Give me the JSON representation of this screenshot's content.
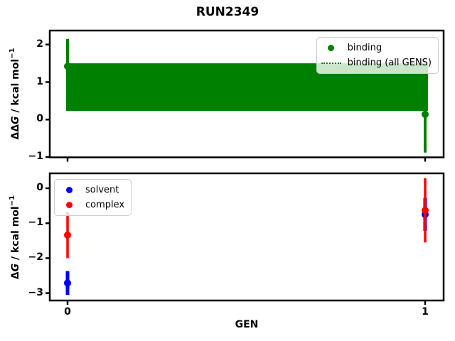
{
  "figure": {
    "title": "RUN2349",
    "background": "#ffffff"
  },
  "chart_data": [
    {
      "type": "scatter",
      "subplot": "top",
      "ylabel": "ΔΔG / kcal mol⁻¹",
      "ylabel_parts": {
        "prefix": "ΔΔ",
        "symbol": "G",
        "suffix": " / kcal mol",
        "sup": "−1"
      },
      "xlabel": "",
      "xlim": [
        -0.05,
        1.05
      ],
      "ylim": [
        -1.03,
        2.37
      ],
      "yticks": [
        2,
        1,
        0,
        -1
      ],
      "yticklabels": [
        "2",
        "1",
        "0",
        "−1"
      ],
      "xticks": [
        0,
        1
      ],
      "xticklabels": [],
      "grid": false,
      "series": [
        {
          "name": "binding",
          "color": "#008000",
          "marker": "circle",
          "x": [
            0,
            1
          ],
          "y": [
            1.42,
            0.14
          ],
          "yerr": [
            0.73,
            1.02
          ]
        }
      ],
      "band": {
        "name": "binding (all GENS)",
        "color": "#008000",
        "linestyle": "dotted",
        "x": [
          0,
          1
        ],
        "mean": 0.86,
        "lo": 0.23,
        "hi": 1.5
      },
      "legend": {
        "loc": "upper right",
        "entries": [
          {
            "label": "binding",
            "marker": "circle",
            "color": "#008000"
          },
          {
            "label": "binding (all GENS)",
            "marker": "dotted-line",
            "color": "#008000"
          }
        ]
      }
    },
    {
      "type": "scatter",
      "subplot": "bottom",
      "ylabel": "ΔG / kcal mol⁻¹",
      "ylabel_parts": {
        "prefix": "Δ",
        "symbol": "G",
        "suffix": " / kcal mol",
        "sup": "−1"
      },
      "xlabel": "GEN",
      "xlim": [
        -0.05,
        1.05
      ],
      "ylim": [
        -3.21,
        0.42
      ],
      "yticks": [
        0,
        -1,
        -2,
        -3
      ],
      "yticklabels": [
        "0",
        "−1",
        "−2",
        "−3"
      ],
      "xticks": [
        0,
        1
      ],
      "xticklabels": [
        "0",
        "1"
      ],
      "grid": false,
      "series": [
        {
          "name": "solvent",
          "color": "#0000ff",
          "marker": "circle",
          "x": [
            0,
            1
          ],
          "y": [
            -2.71,
            -0.75
          ],
          "yerr": [
            0.34,
            0.47
          ]
        },
        {
          "name": "complex",
          "color": "#ff0000",
          "marker": "circle",
          "x": [
            0,
            1
          ],
          "y": [
            -1.34,
            -0.63
          ],
          "yerr": [
            0.66,
            0.92
          ]
        }
      ],
      "legend": {
        "loc": "upper left",
        "entries": [
          {
            "label": "solvent",
            "marker": "circle",
            "color": "#0000ff"
          },
          {
            "label": "complex",
            "marker": "circle",
            "color": "#ff0000"
          }
        ]
      }
    }
  ]
}
